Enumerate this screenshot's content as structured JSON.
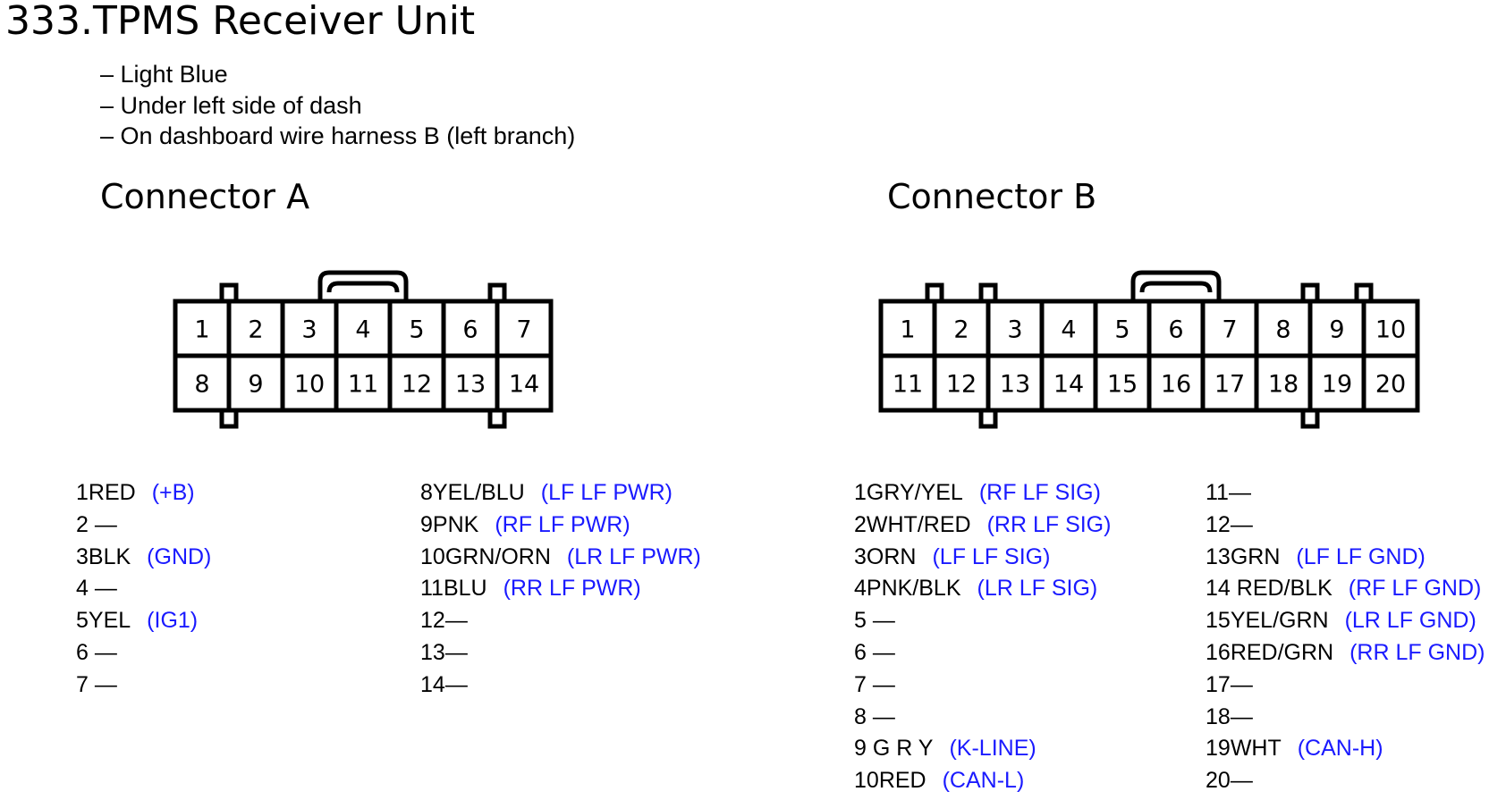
{
  "title": "333.TPMS Receiver Unit",
  "info": [
    "– Light Blue",
    "– Under left side of dash",
    "– On dashboard wire harness B (left branch)"
  ],
  "connector_a": {
    "title": "Connector A",
    "top_row": [
      "1",
      "2",
      "3",
      "4",
      "5",
      "6",
      "7"
    ],
    "bottom_row": [
      "8",
      "9",
      "10",
      "11",
      "12",
      "13",
      "14"
    ],
    "pins_left": [
      {
        "num": "1",
        "wire": "RED",
        "func": "(+B)"
      },
      {
        "num": "2",
        "wire": " —",
        "func": ""
      },
      {
        "num": "3",
        "wire": "BLK",
        "func": "(GND)"
      },
      {
        "num": "4",
        "wire": " —",
        "func": ""
      },
      {
        "num": "5",
        "wire": "YEL",
        "func": "(IG1)"
      },
      {
        "num": "6",
        "wire": " —",
        "func": ""
      },
      {
        "num": "7",
        "wire": " —",
        "func": ""
      }
    ],
    "pins_right": [
      {
        "num": "8",
        "wire": "YEL/BLU",
        "func": "(LF LF PWR)"
      },
      {
        "num": "9",
        "wire": "PNK",
        "func": "(RF LF PWR)"
      },
      {
        "num": "10",
        "wire": "GRN/ORN",
        "func": "(LR LF PWR)"
      },
      {
        "num": "11",
        "wire": "BLU",
        "func": "(RR LF PWR)"
      },
      {
        "num": "12",
        "wire": "—",
        "func": ""
      },
      {
        "num": "13",
        "wire": "—",
        "func": ""
      },
      {
        "num": "14",
        "wire": "—",
        "func": ""
      }
    ]
  },
  "connector_b": {
    "title": "Connector B",
    "top_row": [
      "1",
      "2",
      "3",
      "4",
      "5",
      "6",
      "7",
      "8",
      "9",
      "10"
    ],
    "bottom_row": [
      "11",
      "12",
      "13",
      "14",
      "15",
      "16",
      "17",
      "18",
      "19",
      "20"
    ],
    "pins_left": [
      {
        "num": "1",
        "wire": "GRY/YEL",
        "func": "(RF LF SIG)"
      },
      {
        "num": "2",
        "wire": "WHT/RED",
        "func": "(RR LF SIG)"
      },
      {
        "num": "3",
        "wire": "ORN",
        "func": "(LF LF SIG)"
      },
      {
        "num": "4",
        "wire": "PNK/BLK",
        "func": "(LR LF SIG)"
      },
      {
        "num": "5",
        "wire": " —",
        "func": ""
      },
      {
        "num": "6",
        "wire": " —",
        "func": ""
      },
      {
        "num": "7",
        "wire": " —",
        "func": ""
      },
      {
        "num": "8",
        "wire": " —",
        "func": ""
      },
      {
        "num": "9",
        "wire": " G R Y",
        "func": "(K-LINE)"
      },
      {
        "num": "10",
        "wire": "RED",
        "func": "(CAN-L)"
      }
    ],
    "pins_right": [
      {
        "num": "11",
        "wire": "—",
        "func": ""
      },
      {
        "num": "12",
        "wire": "—",
        "func": ""
      },
      {
        "num": "13",
        "wire": "GRN",
        "func": "(LF LF GND)"
      },
      {
        "num": "14",
        "wire": " RED/BLK",
        "func": "(RF LF GND)"
      },
      {
        "num": "15",
        "wire": "YEL/GRN",
        "func": "(LR LF GND)"
      },
      {
        "num": "16",
        "wire": "RED/GRN",
        "func": "(RR LF GND)"
      },
      {
        "num": "17",
        "wire": "—",
        "func": ""
      },
      {
        "num": "18",
        "wire": "—",
        "func": ""
      },
      {
        "num": "19",
        "wire": "WHT",
        "func": "(CAN-H)"
      },
      {
        "num": "20",
        "wire": "—",
        "func": ""
      }
    ]
  }
}
